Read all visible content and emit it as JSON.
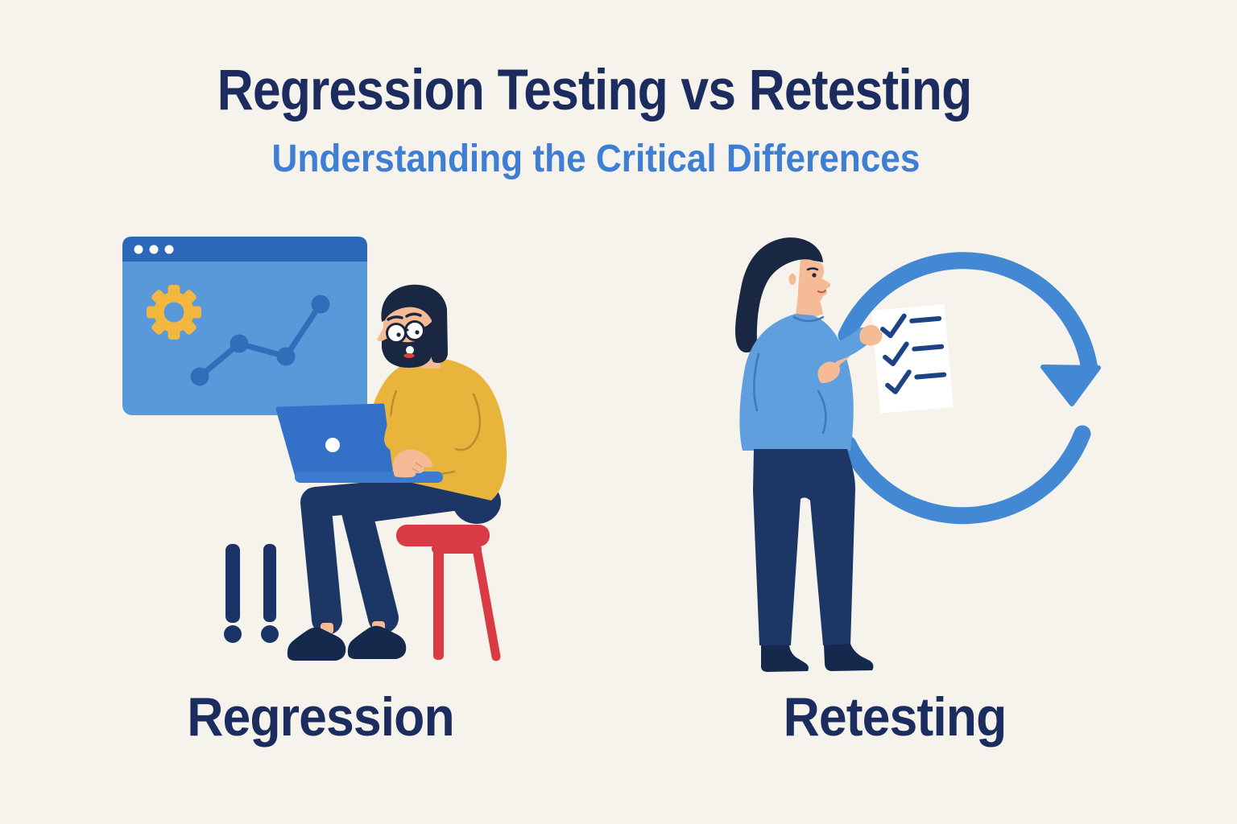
{
  "header": {
    "title": "Regression Testing vs Retesting",
    "subtitle": "Understanding the Critical Differences"
  },
  "panels": {
    "left": {
      "label": "Regression",
      "scene_description": "Bearded developer with round glasses and a yellow sweater typing on a blue laptop while sitting on a red stool; behind him a browser window shows a yellow gear and a rising line chart; two navy exclamation marks stand beside him",
      "icons": [
        "browser-window",
        "gear-icon",
        "trend-chart-icon",
        "exclamation-marks-icon",
        "laptop-icon",
        "stool"
      ]
    },
    "right": {
      "label": "Retesting",
      "scene_description": "Woman with long dark hair in a light blue sweater pointing at a white checklist with three checked items, framed by a large circular refresh arrow",
      "icons": [
        "refresh-cycle-arrow-icon",
        "checklist-icon",
        "checkmark-icon"
      ],
      "checklist_item_count": 3
    }
  },
  "colors": {
    "bg": "#f6f2ec",
    "title-navy": "#1d2c5f",
    "subtitle-blue": "#3f7fd3",
    "label-navy": "#1b2d5f",
    "win-header": "#2b68b9",
    "win-body": "#5999da",
    "gear-yellow": "#f1b73e",
    "chart-blue": "#2f6fba",
    "hair-navy": "#192742",
    "skin": "#f5bb97",
    "sweater-yellow": "#e9b43c",
    "sweater-line": "#c08a30",
    "pants-navy": "#1c3766",
    "shoe-navy": "#15294d",
    "laptop-blue": "#3370c8",
    "laptop-deck": "#3d7bd0",
    "stool-red": "#d93b44",
    "excl-navy": "#1b3468",
    "woman-sweater": "#5f9fdd",
    "woman-sweater-line": "#3f7ab8",
    "arrow-blue": "#4288d3",
    "check-navy": "#1c4384",
    "paper-white": "#ffffff",
    "mouth-red": "#e23c39"
  }
}
